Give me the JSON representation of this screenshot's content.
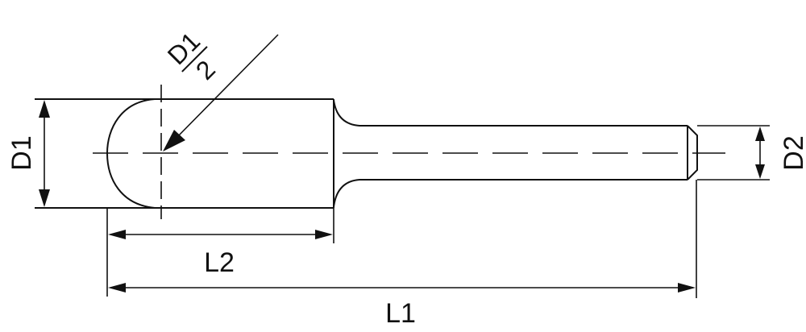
{
  "labels": {
    "d1": "D1",
    "d1_half_num": "D1",
    "d1_half_den": "2",
    "d2": "D2",
    "l1": "L1",
    "l2": "L2"
  },
  "colors": {
    "line": "#111111",
    "background": "#ffffff"
  }
}
